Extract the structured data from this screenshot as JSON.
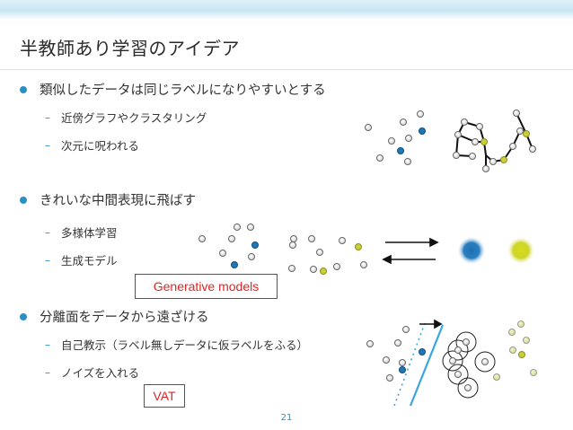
{
  "slide": {
    "title": "半教師あり学習のアイデア",
    "page_number": "21",
    "sections": [
      {
        "label": "類似したデータは同じラベルになりやすいとする",
        "items": [
          "近傍グラフやクラスタリング",
          "次元に呪われる"
        ]
      },
      {
        "label": "きれいな中間表現に飛ばす",
        "items": [
          "多様体学習",
          "生成モデル"
        ],
        "tag": "Generative models"
      },
      {
        "label": "分離面をデータから遠ざける",
        "items": [
          "自己教示（ラベル無しデータに仮ラベルをふる）",
          "ノイズを入れる"
        ],
        "tag": "VAT"
      }
    ]
  },
  "colors": {
    "accent": "#2b8fc4",
    "labeled_blue": "#1f77b4",
    "labeled_yellow": "#c8cf3a",
    "tag_text": "#e02424",
    "separator_line": "#3aa6e0"
  }
}
